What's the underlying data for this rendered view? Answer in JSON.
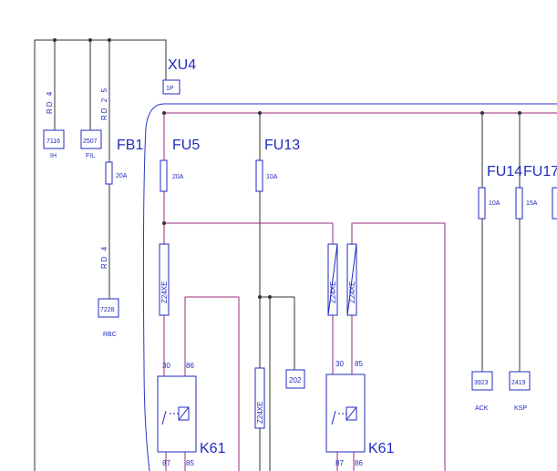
{
  "connector_xu4": {
    "name": "XU4",
    "pin": "1P"
  },
  "wires": {
    "rd4_top": "RD 4",
    "rd25": "RD 2 5",
    "rd4_mid": "RD 4"
  },
  "terminals": [
    {
      "id": "7116",
      "label": "IH"
    },
    {
      "id": "2507",
      "label": "FIL"
    },
    {
      "id": "7228",
      "label": "RBC"
    },
    {
      "id": "202",
      "label": ""
    },
    {
      "id": "3923",
      "label": "ACK"
    },
    {
      "id": "2419",
      "label": "KSP"
    }
  ],
  "fuses": [
    {
      "name": "FB1",
      "rating": "20A"
    },
    {
      "name": "FU5",
      "rating": "20A"
    },
    {
      "name": "FU13",
      "rating": "10A"
    },
    {
      "name": "FU14",
      "rating": "10A"
    },
    {
      "name": "FU17",
      "rating": "15A"
    }
  ],
  "diodes": [
    {
      "label": "Z24XE"
    },
    {
      "label": "Z24XE"
    },
    {
      "label": "Z24XE"
    },
    {
      "label": "Z24XE"
    }
  ],
  "relays": [
    {
      "name": "K61",
      "pins": [
        "30",
        "86",
        "87",
        "85"
      ]
    },
    {
      "name": "K61",
      "pins": [
        "30",
        "85",
        "87",
        "86"
      ]
    }
  ],
  "colors": {
    "wire_black": "#333333",
    "wire_purple": "#9b2a7a",
    "wire_blue": "#2a35c8",
    "text": "#1f2bbf"
  }
}
